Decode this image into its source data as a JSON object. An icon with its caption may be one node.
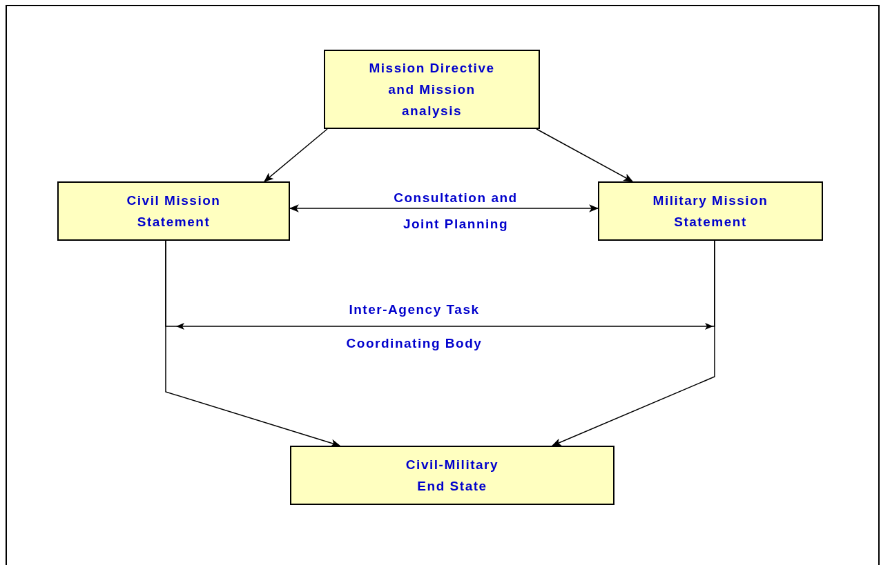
{
  "diagram": {
    "nodes": [
      {
        "text": [
          "Mission Directive and Mission analysis"
        ]
      },
      {
        "text": [
          "Civil Mission Statement"
        ]
      },
      {
        "text": [
          "Military Mission Statement"
        ]
      },
      {
        "text": [
          "Civil-Military End State"
        ]
      }
    ],
    "edges": [
      {
        "from": 0,
        "to": 1,
        "arrow": "to"
      },
      {
        "from": 0,
        "to": 2,
        "arrow": "to"
      },
      {
        "from": 1,
        "to": 2,
        "arrow": "both",
        "label": "Consultation and Joint Planning"
      },
      {
        "from": 1,
        "to": 2,
        "arrow": "both",
        "label": "Inter-Agency Task Coordinating Body"
      },
      {
        "from": 1,
        "to": 3,
        "arrow": "to"
      },
      {
        "from": 2,
        "to": 3,
        "arrow": "to"
      }
    ]
  }
}
